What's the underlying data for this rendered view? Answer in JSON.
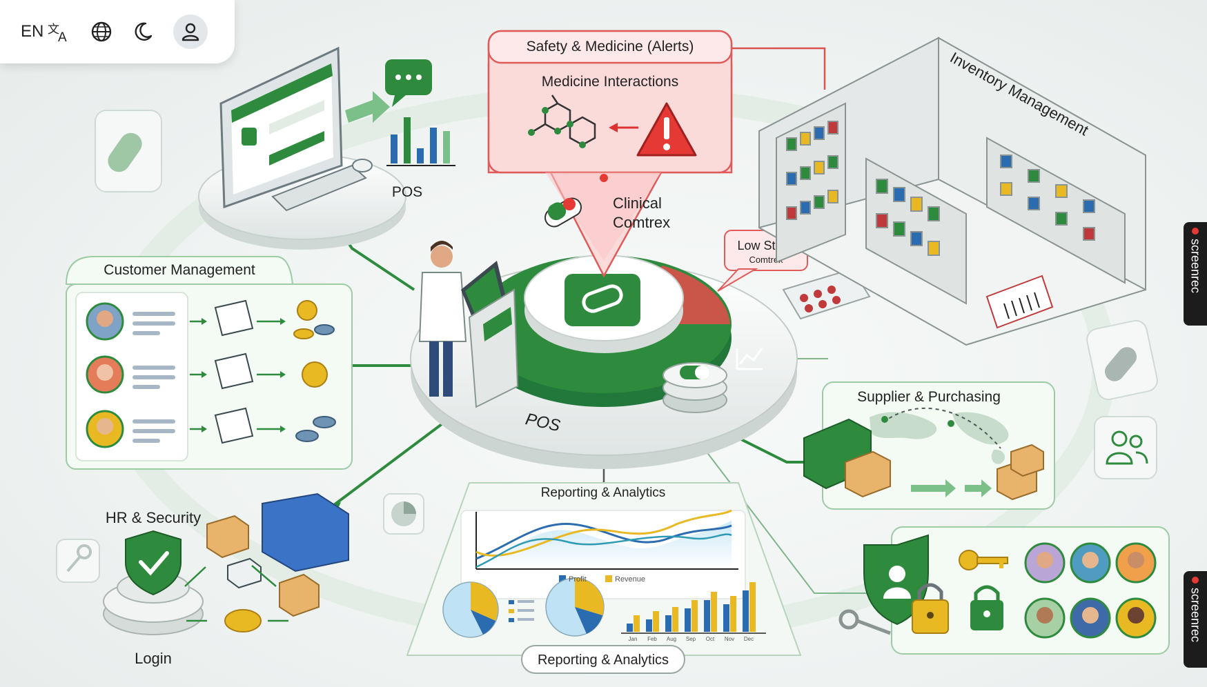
{
  "toolbar": {
    "language_code": "EN",
    "icons": [
      "translate-icon",
      "globe-icon",
      "moon-icon",
      "user-icon"
    ]
  },
  "labels": {
    "pos_top": "POS",
    "pos_center": "POS",
    "safety_title": "Safety & Medicine (Alerts)",
    "medicine_interactions": "Medicine Interactions",
    "clinical_line1": "Clinical",
    "clinical_line2": "Comtrex",
    "low_stock_title": "Low Stock",
    "low_stock_sub": "Comtrex",
    "inventory": "Inventory Management",
    "customer": "Customer Management",
    "supplier": "Supplier & Purchasing",
    "hr": "HR & Security",
    "login": "Login",
    "reporting_top": "Reporting & Analytics",
    "reporting_bottom": "Reporting & Analytics",
    "legend_profit": "Profit",
    "legend_revenue": "Revenue"
  },
  "bar_months": [
    "Jan",
    "Feb",
    "Aug",
    "Sep",
    "Oct",
    "Nov",
    "Dec"
  ],
  "screenrec_label": "screenrec",
  "colors": {
    "brand_green": "#2e8b3e",
    "alert_red": "#e53935",
    "alert_panel": "#fbdada",
    "chart_blue": "#2b6cb0",
    "chart_yellow": "#e8b923"
  }
}
